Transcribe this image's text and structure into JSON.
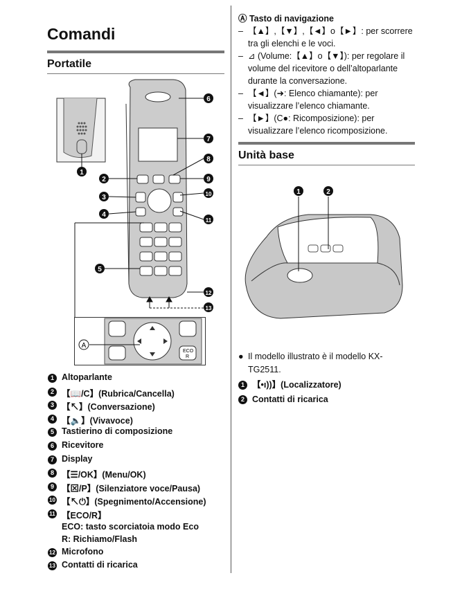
{
  "page": {
    "title": "Comandi",
    "section_handset": "Portatile",
    "section_base": "Unità base"
  },
  "handset_legend": [
    {
      "num": "1",
      "text": "Altoparlante"
    },
    {
      "num": "2",
      "text": "【📖/C】(Rubrica/Cancella)"
    },
    {
      "num": "3",
      "text": "【↖】(Conversazione)"
    },
    {
      "num": "4",
      "text": "【🔈】(Vivavoce)"
    },
    {
      "num": "5",
      "text": "Tastierino di composizione"
    },
    {
      "num": "6",
      "text": "Ricevitore"
    },
    {
      "num": "7",
      "text": "Display"
    },
    {
      "num": "8",
      "text": "【☰/OK】(Menu/OK)"
    },
    {
      "num": "9",
      "text": "【⊠/P】(Silenziatore voce/Pausa)"
    },
    {
      "num": "10",
      "text": "【↖⏻】(Spegnimento/Accensione)"
    },
    {
      "num": "11",
      "text": "【ECO/R】"
    },
    {
      "num": "11b",
      "text": "ECO: tasto scorciatoia modo Eco"
    },
    {
      "num": "11c",
      "text": "R: Richiamo/Flash"
    },
    {
      "num": "12",
      "text": "Microfono"
    },
    {
      "num": "13",
      "text": "Contatti di ricarica"
    }
  ],
  "navigation": {
    "head": "Ⓐ Tasto di navigazione",
    "items": [
      "【▲】,【▼】,【◄】o【►】: per scorrere tra gli elenchi e le voci.",
      "⊿ (Volume:【▲】o【▼】): per regolare il volume del ricevitore o dell’altoparlante durante la conversazione.",
      "【◄】(➜: Elenco chiamante): per visualizzare l’elenco chiamante.",
      "【►】(C●: Ricomposizione): per visualizzare l’elenco ricomposizione."
    ]
  },
  "base_note": "Il modello illustrato è il modello KX-TG2511.",
  "base_legend": [
    {
      "num": "1",
      "text": "【•ı))】(Localizzatore)"
    },
    {
      "num": "2",
      "text": "Contatti di ricarica"
    }
  ],
  "diagram_labels": {
    "callout_a": "A",
    "key_eco": "ECO",
    "key_r": "R"
  }
}
